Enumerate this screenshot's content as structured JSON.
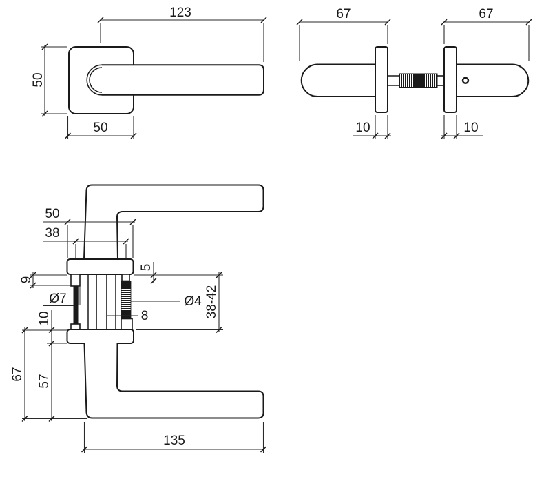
{
  "colors": {
    "background": "#ffffff",
    "line": "#1a1a1a",
    "shadow_gray": "#9a9a9a"
  },
  "views": {
    "front": {
      "dims": {
        "lever_length": "123",
        "rose_height": "50",
        "rose_width": "50"
      }
    },
    "side": {
      "dims": {
        "handle_depth_left": "67",
        "handle_depth_right": "67",
        "rose_thickness_left": "10",
        "rose_thickness_right": "10"
      }
    },
    "section": {
      "dims": {
        "rose_width": "50",
        "base_width": "38",
        "boss_left_height": "9",
        "boss_right_height": "5",
        "bush_diameter": "Ø7",
        "screw_diameter": "Ø4",
        "spindle_size": "8",
        "rose_thickness": "10",
        "door_thickness_range": "38-42",
        "overall_height": "67",
        "neck_height": "57",
        "lever_length": "135"
      }
    }
  }
}
